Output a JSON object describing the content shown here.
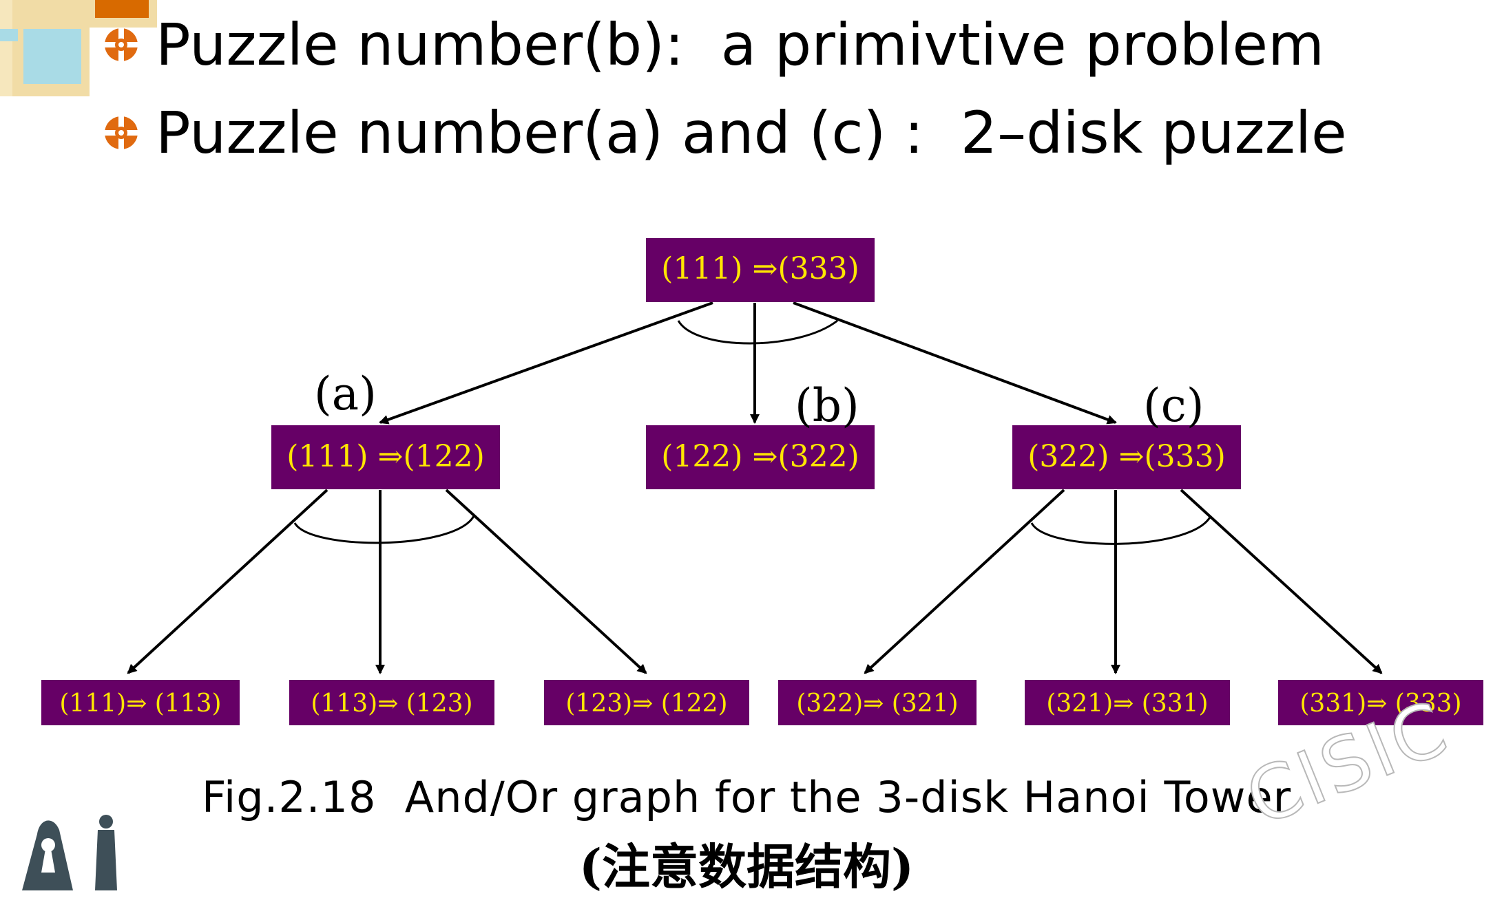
{
  "bullets": [
    {
      "text": "Puzzle number(b):  a primivtive problem"
    },
    {
      "text": "Puzzle number(a) and (c) :  2–disk puzzle"
    }
  ],
  "nodes": {
    "root": "(111) ⇒(333)",
    "a": "(111) ⇒(122)",
    "b": "(122) ⇒(322)",
    "c": "(322) ⇒(333)",
    "a1": "(111)⇒ (113)",
    "a2": "(113)⇒ (123)",
    "a3": "(123)⇒ (122)",
    "c1": "(322)⇒ (321)",
    "c2": "(321)⇒ (331)",
    "c3": "(331)⇒ (333)"
  },
  "branch_labels": {
    "a": "(a)",
    "b": "(b)",
    "c": "(c)"
  },
  "caption": {
    "line1": "Fig.2.18  And/Or graph for the 3-disk Hanoi Tower",
    "line2": "(注意数据结构)"
  },
  "watermark": "CISIC",
  "colors": {
    "node_fill": "#660066",
    "node_text": "#ffe600",
    "bullet_orange": "#e06a10",
    "corner_blue": "#a9dbe6",
    "corner_tan": "#f1dca6",
    "corner_orange": "#d86a00"
  },
  "icons": {
    "bullet": "orange-diamond-bullet-icon",
    "logo": "keyhole-figure-logo-icon"
  }
}
